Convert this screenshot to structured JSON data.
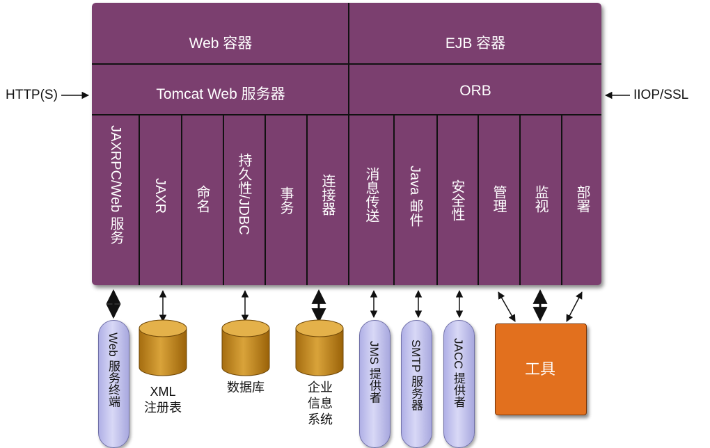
{
  "header": {
    "web_container": "Web 容器",
    "ejb_container": "EJB 容器",
    "tomcat": "Tomcat Web 服务器",
    "orb": "ORB"
  },
  "sides": {
    "left": "HTTP(S)",
    "right": "IIOP/SSL"
  },
  "services": [
    "JAXRPC/Web 服务",
    "JAXR",
    "命名",
    "持久性/JDBC",
    "事务",
    "连接器",
    "消息传送",
    "Java 邮件",
    "安全性",
    "管理",
    "监视",
    "部署"
  ],
  "bottom": {
    "web_service_client": "Web 服务终端",
    "xml_registry": [
      "XML",
      "注册表"
    ],
    "database": "数据库",
    "eis": [
      "企业",
      "信息",
      "系统"
    ],
    "jms": "JMS 提供者",
    "smtp": "SMTP 服务器",
    "jacc": "JACC 提供者",
    "tools": "工具"
  },
  "colors": {
    "container": "#7b3f6f",
    "cylinder": "#c8901c",
    "pill": "#c0c0ee",
    "tools": "#e2701e"
  }
}
